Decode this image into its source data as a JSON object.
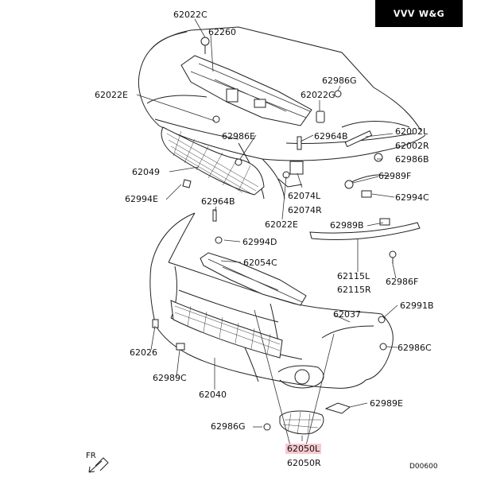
{
  "brand": {
    "logo_text": "W&G",
    "mark": "ᐯᐯᐯ"
  },
  "labels": [
    {
      "id": "62022C",
      "text": "62022C"
    },
    {
      "id": "62260",
      "text": "62260"
    },
    {
      "id": "62022E_top",
      "text": "62022E"
    },
    {
      "id": "62986G_top",
      "text": "62986G"
    },
    {
      "id": "62022G",
      "text": "62022G"
    },
    {
      "id": "62002L",
      "text": "62002L"
    },
    {
      "id": "62002R",
      "text": "62002R"
    },
    {
      "id": "62986B",
      "text": "62986B"
    },
    {
      "id": "62986E",
      "text": "62986E"
    },
    {
      "id": "62964B_top",
      "text": "62964B"
    },
    {
      "id": "62989F",
      "text": "62989F"
    },
    {
      "id": "62049",
      "text": "62049"
    },
    {
      "id": "62994E",
      "text": "62994E"
    },
    {
      "id": "62074L",
      "text": "62074L"
    },
    {
      "id": "62074R",
      "text": "62074R"
    },
    {
      "id": "62994C",
      "text": "62994C"
    },
    {
      "id": "62022E_mid",
      "text": "62022E"
    },
    {
      "id": "62964B_mid",
      "text": "62964B"
    },
    {
      "id": "62989B",
      "text": "62989B"
    },
    {
      "id": "62994D",
      "text": "62994D"
    },
    {
      "id": "62054C",
      "text": "62054C"
    },
    {
      "id": "62115L",
      "text": "62115L"
    },
    {
      "id": "62115R",
      "text": "62115R"
    },
    {
      "id": "62986F",
      "text": "62986F"
    },
    {
      "id": "62991B",
      "text": "62991B"
    },
    {
      "id": "62037",
      "text": "62037"
    },
    {
      "id": "62986C",
      "text": "62986C"
    },
    {
      "id": "62026",
      "text": "62026"
    },
    {
      "id": "62989C",
      "text": "62989C"
    },
    {
      "id": "62040",
      "text": "62040"
    },
    {
      "id": "62989E",
      "text": "62989E"
    },
    {
      "id": "62986G_bot",
      "text": "62986G"
    },
    {
      "id": "62050L",
      "text": "62050L"
    },
    {
      "id": "62050R",
      "text": "62050R"
    }
  ],
  "direction_label": "FR",
  "diagram_code": "D00600"
}
